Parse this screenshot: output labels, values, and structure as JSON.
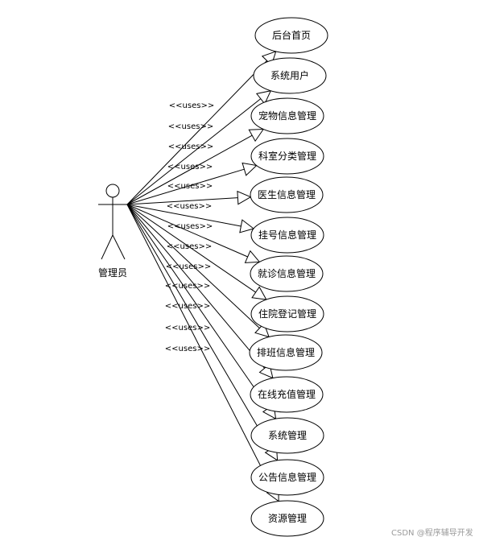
{
  "actor": {
    "label": "管理员"
  },
  "stereotype": "<<uses>>",
  "use_cases": [
    {
      "label": "后台首页"
    },
    {
      "label": "系统用户"
    },
    {
      "label": "宠物信息管理"
    },
    {
      "label": "科室分类管理"
    },
    {
      "label": "医生信息管理"
    },
    {
      "label": "挂号信息管理"
    },
    {
      "label": "就诊信息管理"
    },
    {
      "label": "住院登记管理"
    },
    {
      "label": "排班信息管理"
    },
    {
      "label": "在线充值管理"
    },
    {
      "label": "系统管理"
    },
    {
      "label": "公告信息管理"
    },
    {
      "label": "资源管理"
    }
  ],
  "watermark": "CSDN @程序辅导开发"
}
